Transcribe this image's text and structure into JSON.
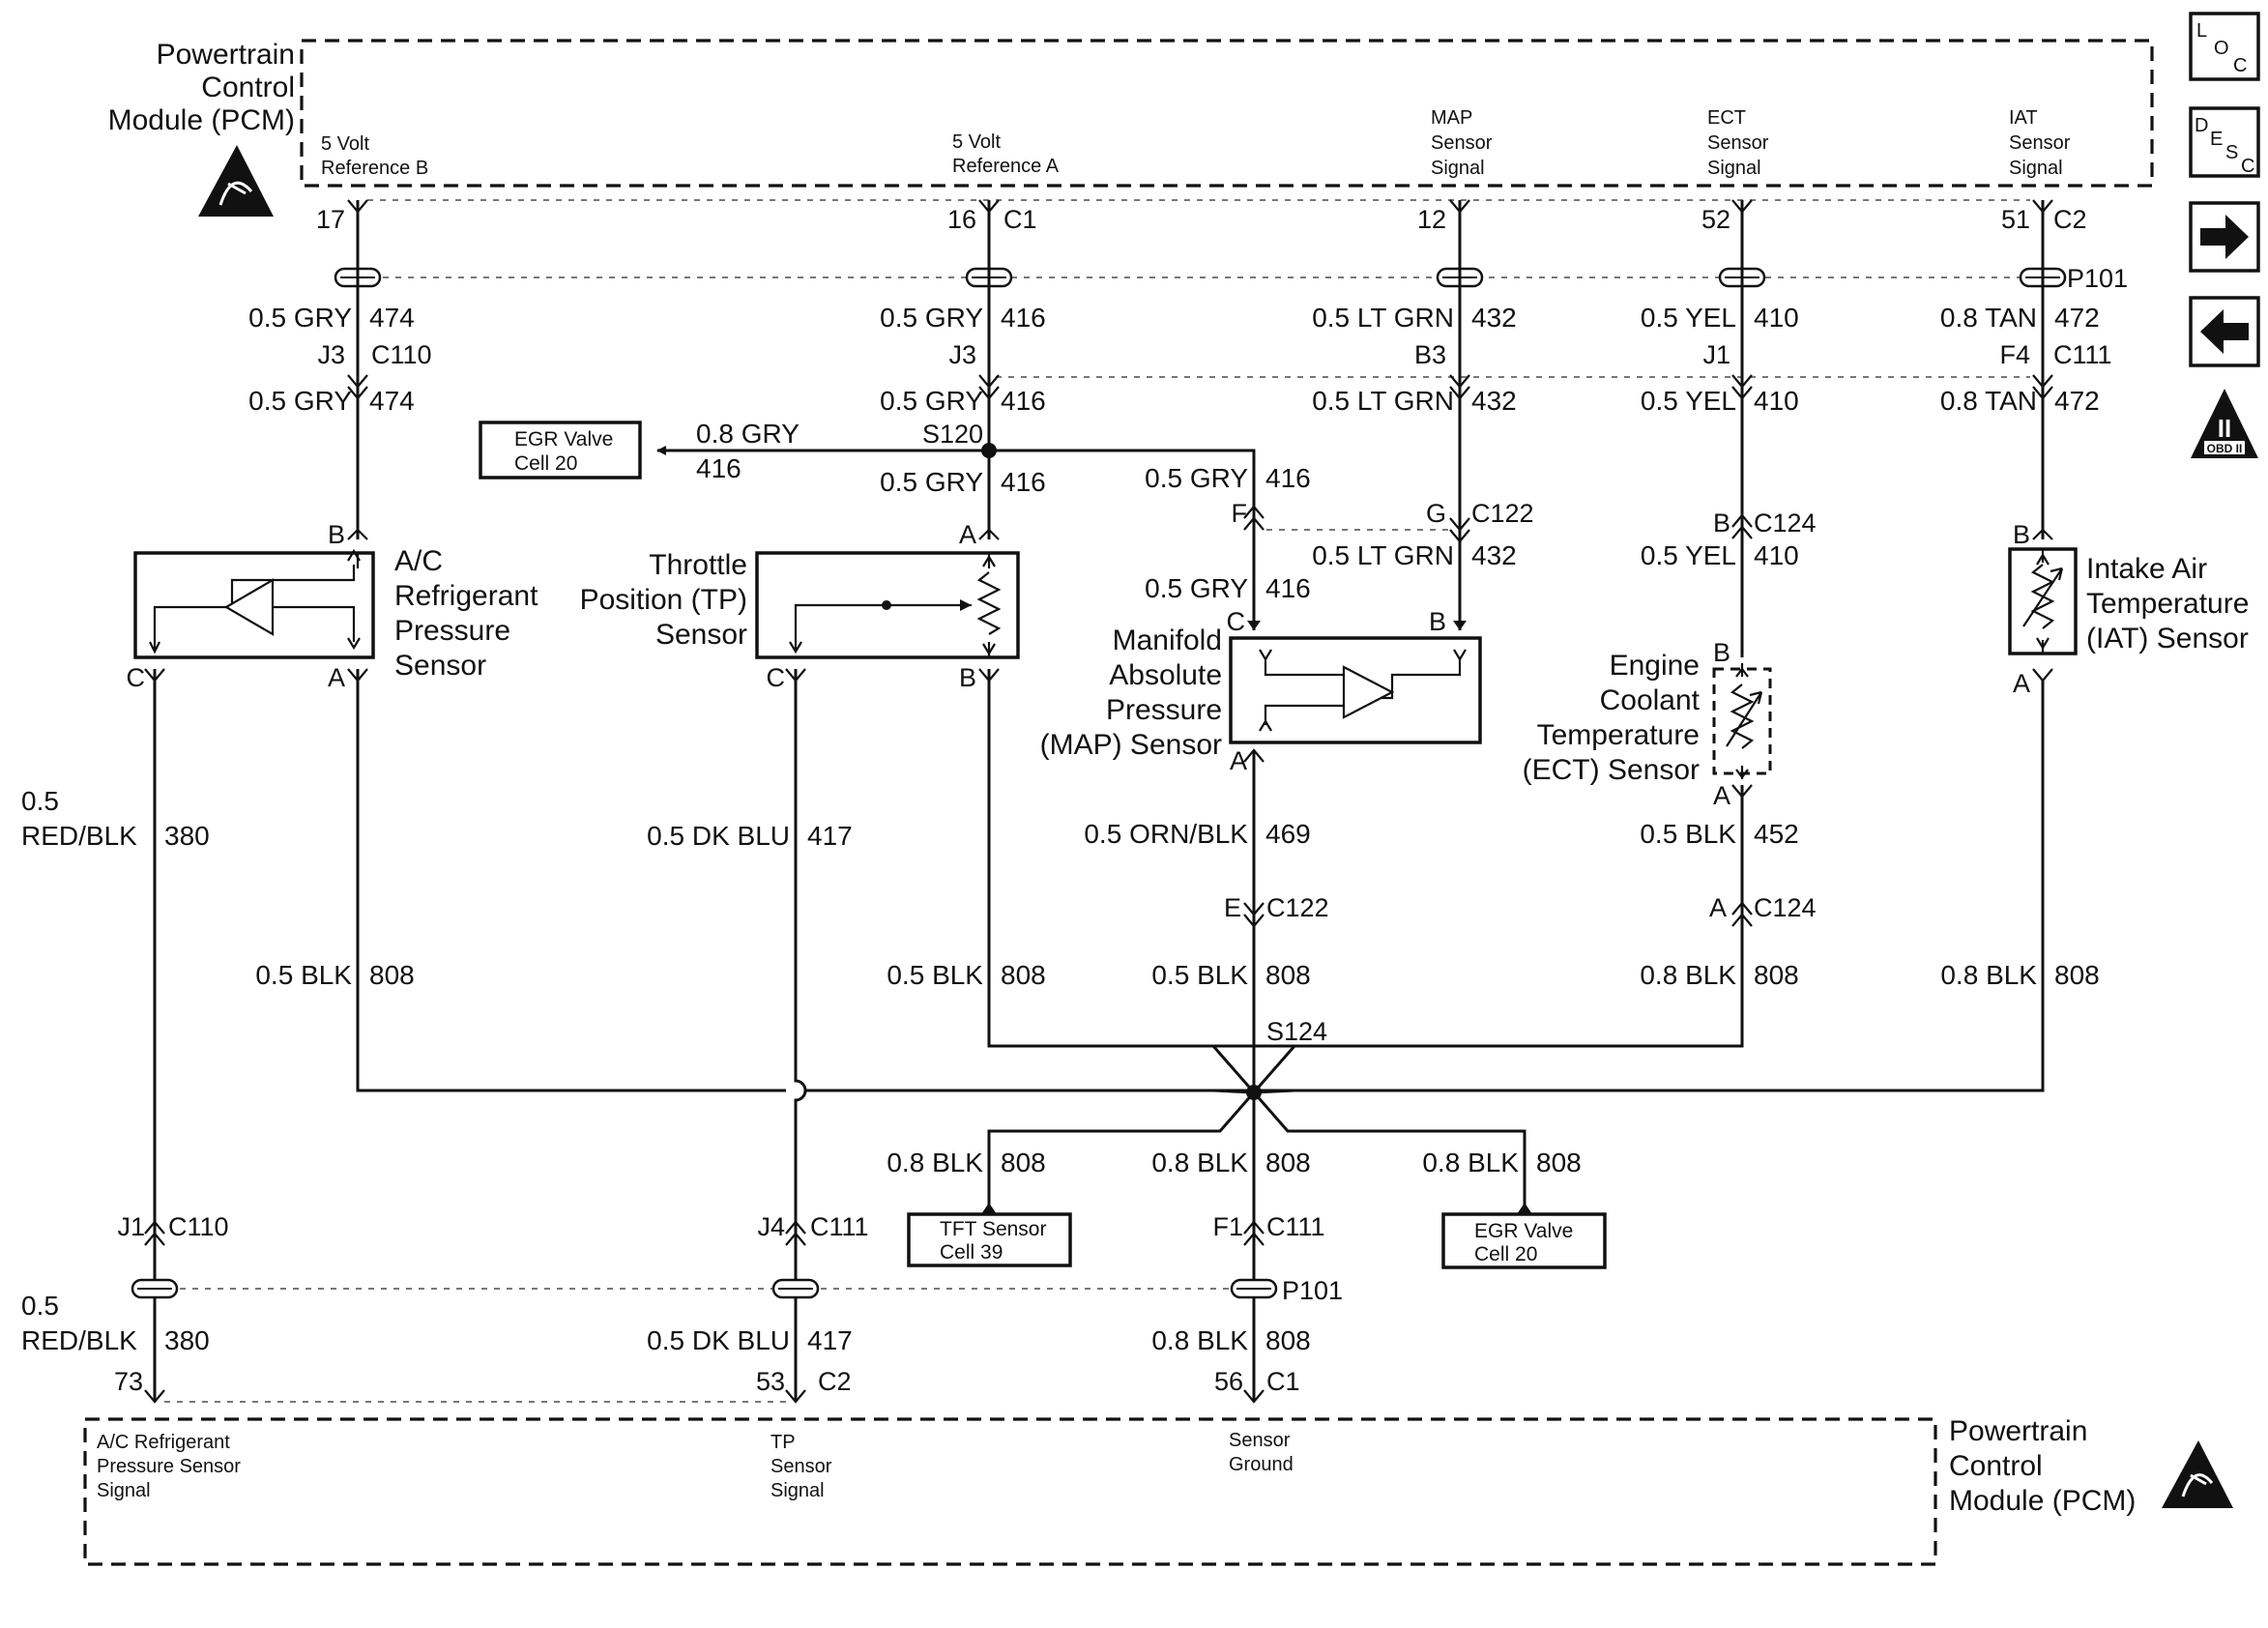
{
  "pcm_top": {
    "title": [
      "Powertrain",
      "Control",
      "Module (PCM)"
    ],
    "signals": [
      {
        "lines": [
          "5 Volt",
          "Reference B"
        ]
      },
      {
        "lines": [
          "5 Volt",
          "Reference A"
        ]
      },
      {
        "lines": [
          "MAP",
          "Sensor",
          "Signal"
        ]
      },
      {
        "lines": [
          "ECT",
          "Sensor",
          "Signal"
        ]
      },
      {
        "lines": [
          "IAT",
          "Sensor",
          "Signal"
        ]
      }
    ],
    "pins": [
      "17",
      "16",
      "12",
      "52",
      "51"
    ],
    "connectors": [
      "C1",
      "C2"
    ]
  },
  "pcm_bottom": {
    "title": [
      "Powertrain",
      "Control",
      "Module (PCM)"
    ],
    "signals": [
      {
        "lines": [
          "A/C Refrigerant",
          "Pressure Sensor",
          "Signal"
        ]
      },
      {
        "lines": [
          "TP",
          "Sensor",
          "Signal"
        ]
      },
      {
        "lines": [
          "Sensor",
          "Ground"
        ]
      }
    ],
    "pins": [
      "73",
      "53",
      "56"
    ],
    "connectors": [
      "C2",
      "C1"
    ]
  },
  "connectors": {
    "P101_top": "P101",
    "P101_bottom": "P101",
    "C110_top": {
      "pin": "J3",
      "name": "C110"
    },
    "C110_bottom": {
      "pin": "J1",
      "name": "C110"
    },
    "C111_top_gry": {
      "pin": "J3"
    },
    "C111_top_map": {
      "pin": "B3"
    },
    "C111_top_ect": {
      "pin": "J1"
    },
    "C111_top_iat": {
      "pin": "F4",
      "name": "C111"
    },
    "C111_bottom_tp": {
      "pin": "J4",
      "name": "C111"
    },
    "C111_bottom_gnd": {
      "pin": "F1",
      "name": "C111"
    },
    "C122_top": {
      "pin_f": "F",
      "pin_g": "G",
      "name": "C122"
    },
    "C122_bottom": {
      "pin": "E",
      "name": "C122"
    },
    "C124_top": {
      "pin": "B",
      "name": "C124"
    },
    "C124_bottom": {
      "pin": "A",
      "name": "C124"
    },
    "splice_s120": "S120",
    "splice_s124": "S124"
  },
  "wires": {
    "gry474": {
      "size": "0.5 GRY",
      "circuit": "474"
    },
    "gry416": {
      "size": "0.5 GRY",
      "circuit": "416"
    },
    "gry416_egr": {
      "size": "0.8 GRY",
      "circuit": "416"
    },
    "ltgrn432": {
      "size": "0.5 LT GRN",
      "circuit": "432"
    },
    "yel410": {
      "size": "0.5 YEL",
      "circuit": "410"
    },
    "tan472": {
      "size": "0.8 TAN",
      "circuit": "472"
    },
    "redblk380": {
      "size_lines": [
        "0.5",
        "RED/BLK"
      ],
      "circuit": "380"
    },
    "dkblu417": {
      "size": "0.5 DK BLU",
      "circuit": "417"
    },
    "ornblk469": {
      "size": "0.5 ORN/BLK",
      "circuit": "469"
    },
    "blk452": {
      "size": "0.5 BLK",
      "circuit": "452"
    },
    "blk808_05": {
      "size": "0.5 BLK",
      "circuit": "808"
    },
    "blk808_08": {
      "size": "0.8 BLK",
      "circuit": "808"
    }
  },
  "sensors": {
    "ac": {
      "name": [
        "A/C",
        "Refrigerant",
        "Pressure",
        "Sensor"
      ],
      "pins": [
        "B",
        "C",
        "A"
      ]
    },
    "tp": {
      "name": [
        "Throttle",
        "Position (TP)",
        "Sensor"
      ],
      "pins": [
        "A",
        "C",
        "B"
      ]
    },
    "map": {
      "name": [
        "Manifold",
        "Absolute",
        "Pressure",
        "(MAP) Sensor"
      ],
      "pins": [
        "C",
        "B",
        "A"
      ]
    },
    "ect": {
      "name": [
        "Engine",
        "Coolant",
        "Temperature",
        "(ECT) Sensor"
      ],
      "pins": [
        "B",
        "A"
      ]
    },
    "iat": {
      "name": [
        "Intake Air",
        "Temperature",
        "(IAT) Sensor"
      ],
      "pins": [
        "B",
        "A"
      ]
    }
  },
  "references": {
    "egr_top": [
      "EGR Valve",
      "Cell 20"
    ],
    "tft": [
      "TFT Sensor",
      "Cell 39"
    ],
    "egr_bottom": [
      "EGR Valve",
      "Cell 20"
    ]
  },
  "nav": {
    "loc": [
      "L",
      "O",
      "C"
    ],
    "desc": [
      "D",
      "E",
      "S",
      "C"
    ],
    "next_icon": "arrow-right",
    "prev_icon": "arrow-left",
    "obd_label": "OBD II",
    "obd_numeral": "II"
  }
}
